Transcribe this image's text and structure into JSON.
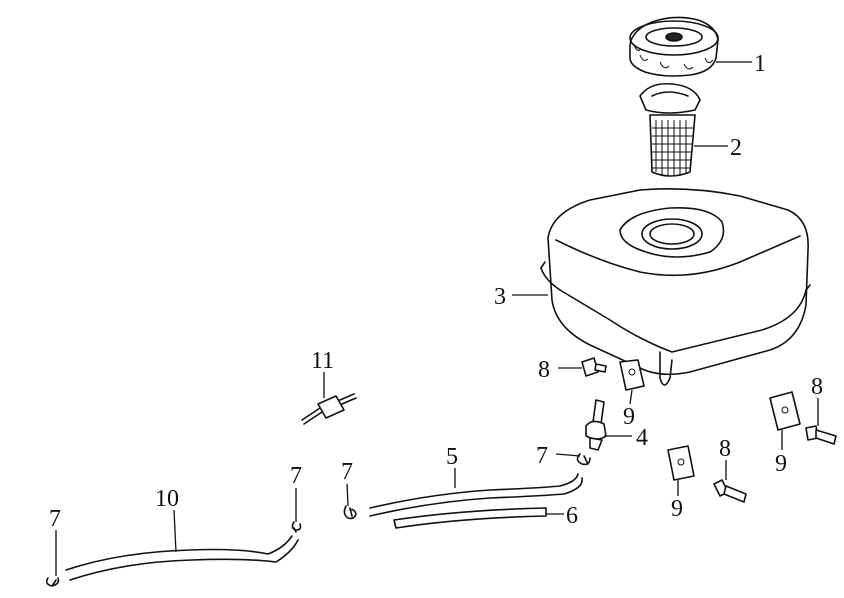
{
  "callouts": {
    "c1": "1",
    "c2": "2",
    "c3": "3",
    "c4": "4",
    "c5": "5",
    "c6": "6",
    "c7a": "7",
    "c7b": "7",
    "c7c": "7",
    "c7d": "7",
    "c8a": "8",
    "c8b": "8",
    "c8c": "8",
    "c9a": "9",
    "c9b": "9",
    "c9c": "9",
    "c10": "10",
    "c11": "11"
  },
  "parts": [
    {
      "id": "1",
      "depicts": "fuel-cap"
    },
    {
      "id": "2",
      "depicts": "fuel-strainer"
    },
    {
      "id": "3",
      "depicts": "fuel-tank"
    },
    {
      "id": "4",
      "depicts": "fuel-valve"
    },
    {
      "id": "5",
      "depicts": "fuel-hose"
    },
    {
      "id": "6",
      "depicts": "fuel-hose"
    },
    {
      "id": "7",
      "depicts": "hose-clip"
    },
    {
      "id": "8",
      "depicts": "flange-bolt"
    },
    {
      "id": "9",
      "depicts": "mounting-plate"
    },
    {
      "id": "10",
      "depicts": "fuel-hose"
    },
    {
      "id": "11",
      "depicts": "fuel-filter"
    }
  ]
}
